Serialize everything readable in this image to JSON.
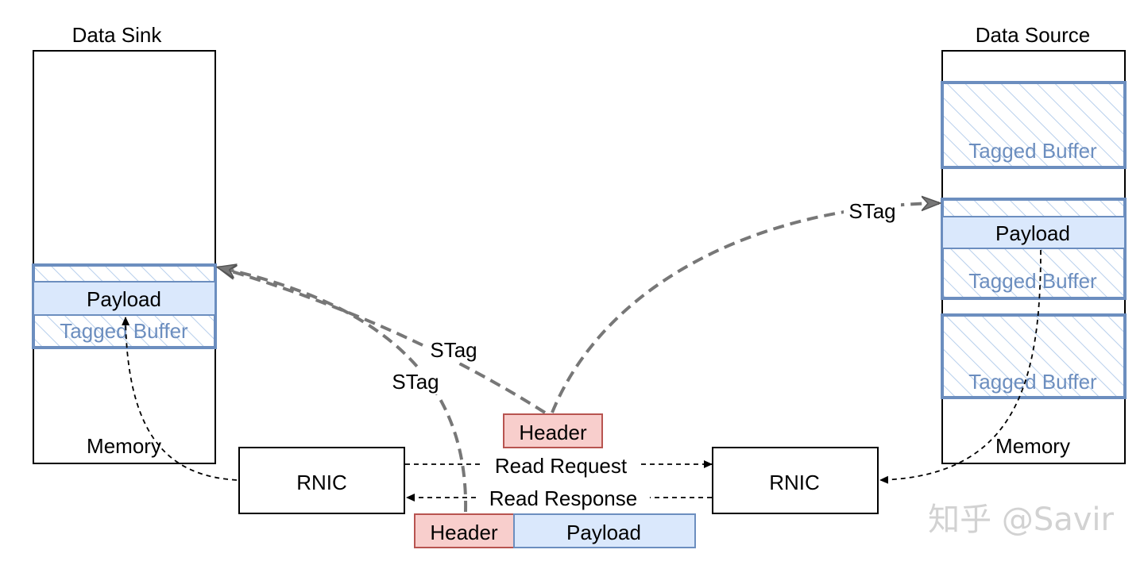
{
  "sink": {
    "title": "Data Sink",
    "payload": "Payload",
    "tagged_buffer": "Tagged Buffer",
    "memory": "Memory"
  },
  "source": {
    "title": "Data Source",
    "tagged_buffer_top": "Tagged Buffer",
    "payload": "Payload",
    "tagged_buffer_mid": "Tagged Buffer",
    "tagged_buffer_bottom": "Tagged Buffer",
    "memory": "Memory"
  },
  "rnic_left": "RNIC",
  "rnic_right": "RNIC",
  "request_header": "Header",
  "read_request": "Read Request",
  "read_response": "Read Response",
  "response_header": "Header",
  "response_payload": "Payload",
  "stag_left_upper": "STag",
  "stag_left_lower": "STag",
  "stag_right": "STag",
  "watermark": "知乎 @Savir",
  "colors": {
    "buffer_border": "#6C8EBF",
    "buffer_fill": "#DAE8FC",
    "buffer_text": "#6C8EBF",
    "header_fill": "#F8CECC",
    "header_border": "#B85450",
    "stag_arrow": "#777777",
    "outline": "#000000"
  }
}
